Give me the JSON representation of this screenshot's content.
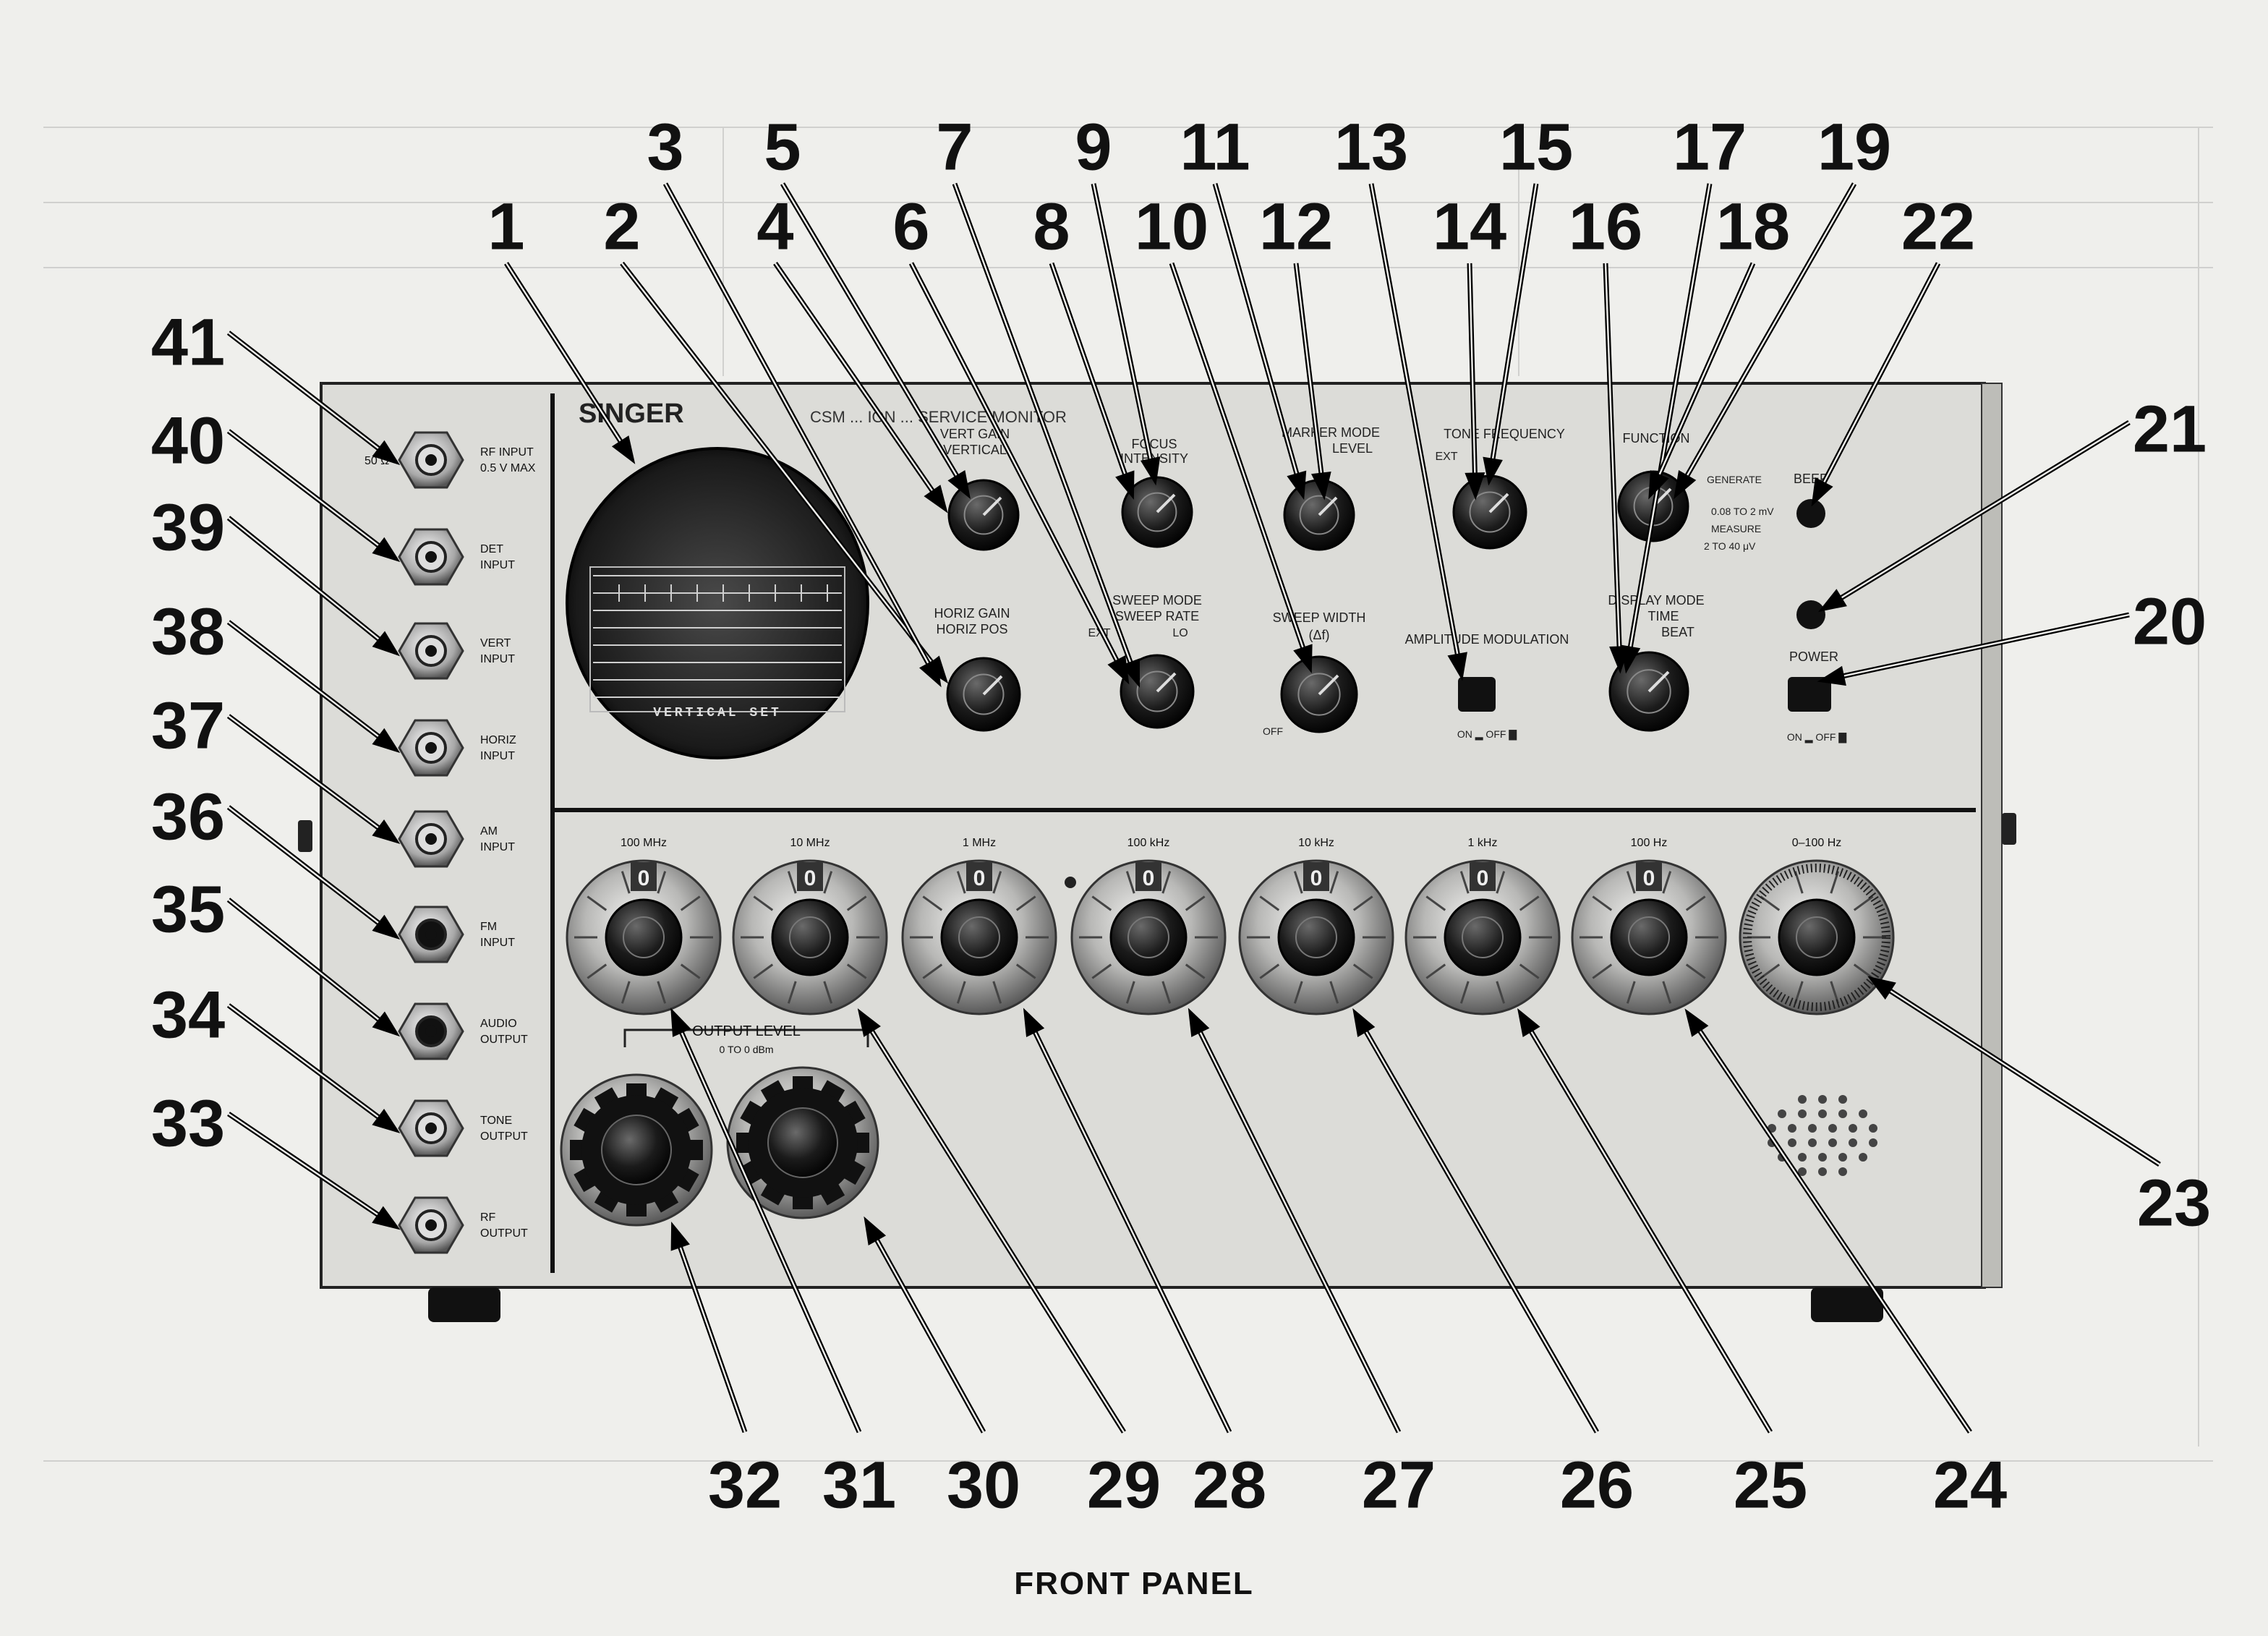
{
  "caption": "FRONT PANEL",
  "brand": "SINGER",
  "model_title": "CSM ... ION ... SERVICE MONITOR",
  "crt": {
    "graticule_label": "VERTICAL SET"
  },
  "connectors": [
    {
      "line1": "RF INPUT",
      "line2": "0.5 V MAX",
      "prefix": "50 Ω"
    },
    {
      "line1": "DET",
      "line2": "INPUT"
    },
    {
      "line1": "VERT",
      "line2": "INPUT"
    },
    {
      "line1": "HORIZ",
      "line2": "INPUT"
    },
    {
      "line1": "AM",
      "line2": "INPUT"
    },
    {
      "line1": "FM",
      "line2": "INPUT"
    },
    {
      "line1": "AUDIO",
      "line2": "OUTPUT"
    },
    {
      "line1": "TONE",
      "line2": "OUTPUT"
    },
    {
      "line1": "RF",
      "line2": "OUTPUT"
    }
  ],
  "upper_labels": {
    "vert_gain": "VERT GAIN",
    "vertical": "VERTICAL",
    "focus": "FOCUS",
    "intensity": "INTENSITY",
    "marker_mode": "MARKER MODE",
    "marker_level": "LEVEL",
    "tone_frequency": "TONE FREQUENCY",
    "function": "FUNCTION",
    "generate": "GENERATE",
    "range1": "0.08 TO 2 mV",
    "measure": "MEASURE",
    "range2": "2 TO 40 μV",
    "beep": "BEEP",
    "horiz_gain": "HORIZ GAIN",
    "horiz_pos": "HORIZ POS",
    "sweep_mode": "SWEEP MODE",
    "sweep_rate": "SWEEP RATE",
    "lo": "LO",
    "sweep_width": "SWEEP WIDTH",
    "delta_f": "(Δf)",
    "off": "OFF",
    "amplitude_modulation": "AMPLITUDE MODULATION",
    "on_off": "ON ▂ OFF ▇",
    "display_mode": "DISPLAY MODE",
    "time": "TIME",
    "beat": "BEAT",
    "power": "POWER",
    "ext": "EXT",
    "ext2": "EXT"
  },
  "frequency_dials": [
    "100 MHz",
    "10 MHz",
    "1 MHz",
    "100 kHz",
    "10 kHz",
    "1 kHz",
    "100 Hz",
    "0–100 Hz"
  ],
  "dial_digit": "0",
  "output_level": {
    "label": "OUTPUT LEVEL",
    "sublabel": "0 TO 0 dBm"
  },
  "callouts": [
    "1",
    "2",
    "3",
    "4",
    "5",
    "6",
    "7",
    "8",
    "9",
    "10",
    "11",
    "12",
    "13",
    "14",
    "15",
    "16",
    "17",
    "18",
    "19",
    "20",
    "21",
    "22",
    "23",
    "24",
    "25",
    "26",
    "27",
    "28",
    "29",
    "30",
    "31",
    "32",
    "33",
    "34",
    "35",
    "36",
    "37",
    "38",
    "39",
    "40",
    "41"
  ]
}
